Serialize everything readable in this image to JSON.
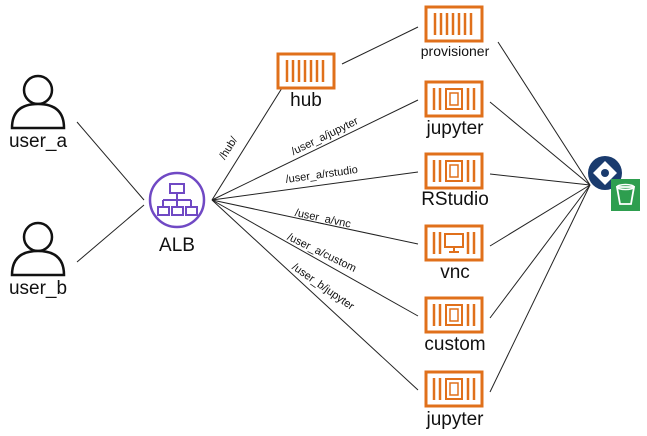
{
  "users": [
    {
      "label": "user_a"
    },
    {
      "label": "user_b"
    }
  ],
  "alb": {
    "label": "ALB"
  },
  "hub": {
    "label": "hub"
  },
  "services": [
    {
      "label": "provisioner",
      "kind": "container"
    },
    {
      "label": "jupyter",
      "kind": "chip"
    },
    {
      "label": "RStudio",
      "kind": "chip"
    },
    {
      "label": "vnc",
      "kind": "monitor"
    },
    {
      "label": "custom",
      "kind": "chip"
    },
    {
      "label": "jupyter",
      "kind": "chip"
    }
  ],
  "routes": [
    "/hub/",
    "/user_a/jupyter",
    "/user_a/rstudio",
    "/user_a/vnc",
    "/user_a/custom",
    "/user_b/jupyter"
  ],
  "colors": {
    "container_orange": "#e0701b",
    "alb_purple": "#7049c4",
    "db_navy": "#1a3b6e",
    "bucket_green": "#2e9e4f",
    "line": "#222222"
  },
  "icons": [
    "user-icon",
    "alb-icon",
    "container-icon",
    "chip-icon",
    "monitor-icon",
    "database-icon",
    "bucket-icon"
  ]
}
